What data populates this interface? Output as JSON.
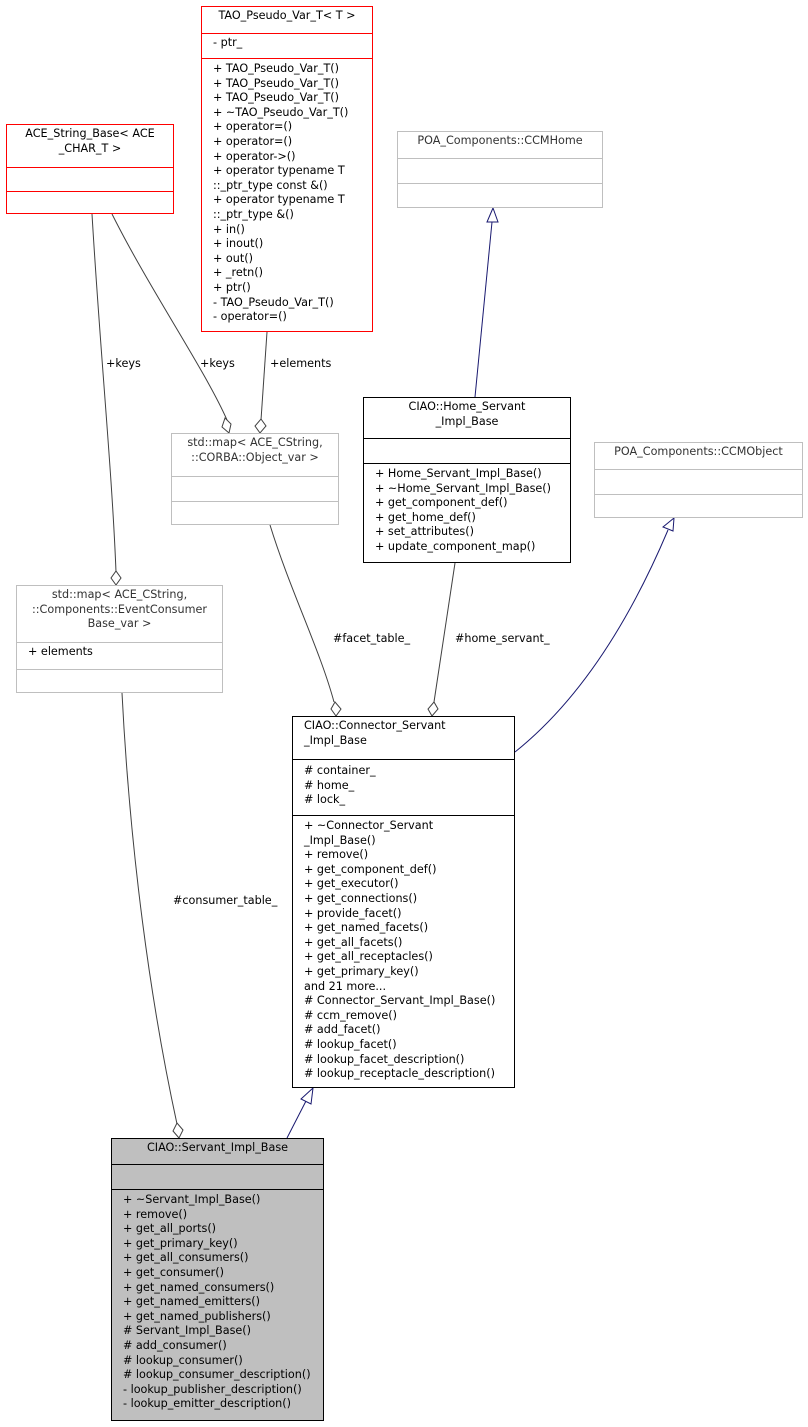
{
  "diagram": {
    "classes": {
      "ace_string_base": {
        "title": "ACE_String_Base< ACE\n_CHAR_T >",
        "attributes": [],
        "methods": []
      },
      "tao_pseudo_var": {
        "title": "TAO_Pseudo_Var_T< T >",
        "attributes": [
          "- ptr_"
        ],
        "methods": [
          "+ TAO_Pseudo_Var_T()",
          "+ TAO_Pseudo_Var_T()",
          "+ TAO_Pseudo_Var_T()",
          "+ ~TAO_Pseudo_Var_T()",
          "+ operator=()",
          "+ operator=()",
          "+ operator->()",
          "+ operator typename T",
          "::_ptr_type const &()",
          "+ operator typename T",
          "::_ptr_type &()",
          "+ in()",
          "+ inout()",
          "+ out()",
          "+ _retn()",
          "+ ptr()",
          "- TAO_Pseudo_Var_T()",
          "- operator=()"
        ]
      },
      "ccm_home": {
        "title": "POA_Components::CCMHome",
        "attributes": [],
        "methods": []
      },
      "home_servant": {
        "title": "CIAO::Home_Servant\n_Impl_Base",
        "attributes": [],
        "methods": [
          "+ Home_Servant_Impl_Base()",
          "+ ~Home_Servant_Impl_Base()",
          "+ get_component_def()",
          "+ get_home_def()",
          "+ set_attributes()",
          "+ update_component_map()"
        ]
      },
      "ccm_object": {
        "title": "POA_Components::CCMObject",
        "attributes": [],
        "methods": []
      },
      "map_object_var": {
        "title": "std::map< ACE_CString,\n::CORBA::Object_var >",
        "attributes": [],
        "methods": []
      },
      "map_event_consumer": {
        "title": "std::map< ACE_CString,\n::Components::EventConsumer\nBase_var >",
        "attributes": [
          "+ elements"
        ],
        "methods": []
      },
      "connector_servant": {
        "title": "CIAO::Connector_Servant\n_Impl_Base",
        "attributes": [
          "# container_",
          "# home_",
          "# lock_"
        ],
        "methods": [
          "+ ~Connector_Servant",
          "_Impl_Base()",
          "+ remove()",
          "+ get_component_def()",
          "+ get_executor()",
          "+ get_connections()",
          "+ provide_facet()",
          "+ get_named_facets()",
          "+ get_all_facets()",
          "+ get_all_receptacles()",
          "+ get_primary_key()",
          "and 21 more...",
          "# Connector_Servant_Impl_Base()",
          "# ccm_remove()",
          "# add_facet()",
          "# lookup_facet()",
          "# lookup_facet_description()",
          "# lookup_receptacle_description()"
        ]
      },
      "servant_impl": {
        "title": "CIAO::Servant_Impl_Base",
        "attributes": [],
        "methods": [
          "+ ~Servant_Impl_Base()",
          "+ remove()",
          "+ get_all_ports()",
          "+ get_primary_key()",
          "+ get_all_consumers()",
          "+ get_consumer()",
          "+ get_named_consumers()",
          "+ get_named_emitters()",
          "+ get_named_publishers()",
          "# Servant_Impl_Base()",
          "# add_consumer()",
          "# lookup_consumer()",
          "# lookup_consumer_description()",
          "- lookup_publisher_description()",
          "- lookup_emitter_description()"
        ]
      }
    },
    "edge_labels": {
      "keys_left": "+keys",
      "keys_right": "+keys",
      "elements": "+elements",
      "facet_table": "#facet_table_",
      "home_servant": "#home_servant_",
      "consumer_table": "#consumer_table_"
    },
    "colors": {
      "inheritance": "#191970",
      "usage": "#404040",
      "template_border": "#ff0000",
      "external_border": "#bfbfbf",
      "current_fill": "#bfbfbf"
    }
  }
}
